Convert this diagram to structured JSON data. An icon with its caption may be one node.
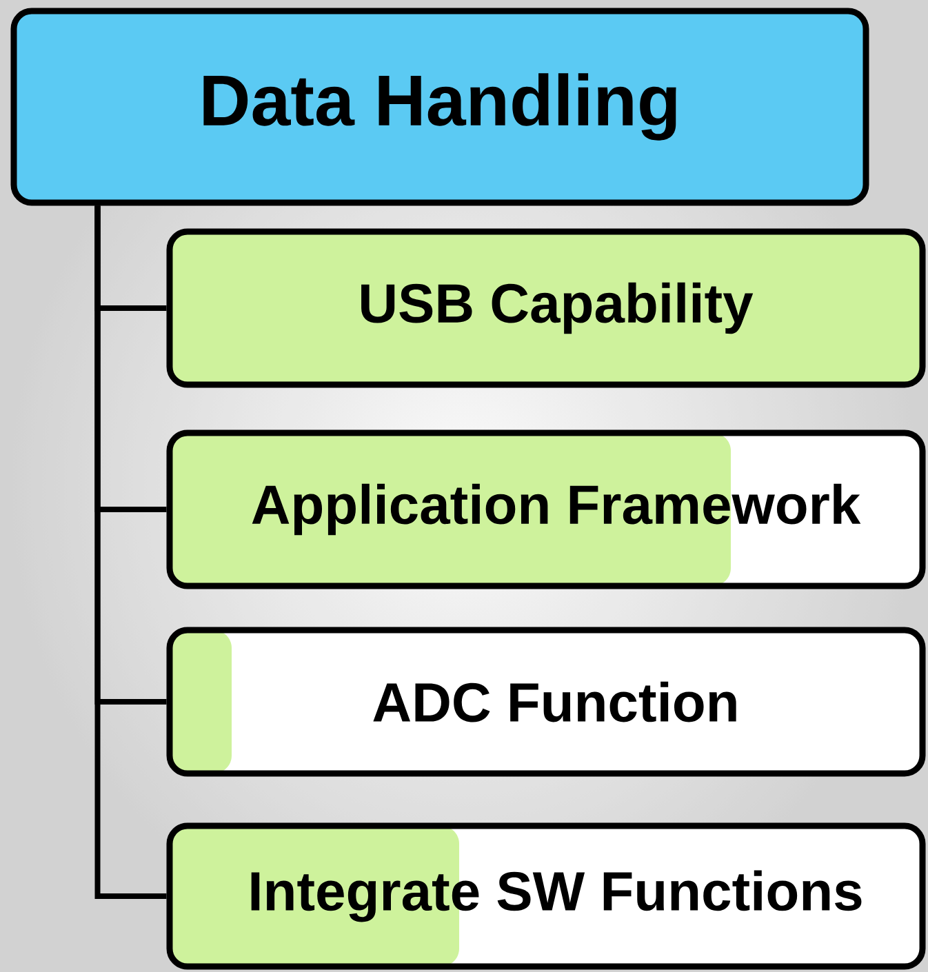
{
  "diagram": {
    "nodes": [
      {
        "text": [
          "Data Handling"
        ]
      },
      {
        "text": [
          "USB Capability"
        ]
      },
      {
        "text": [
          "Application Framework"
        ]
      },
      {
        "text": [
          "ADC Function"
        ]
      },
      {
        "text": [
          "Integrate SW Functions"
        ]
      }
    ],
    "edges": [
      {
        "from": 0,
        "to": 1,
        "arrow": "none"
      },
      {
        "from": 0,
        "to": 2,
        "arrow": "none"
      },
      {
        "from": 0,
        "to": 3,
        "arrow": "none"
      },
      {
        "from": 0,
        "to": 4,
        "arrow": "none"
      }
    ]
  }
}
